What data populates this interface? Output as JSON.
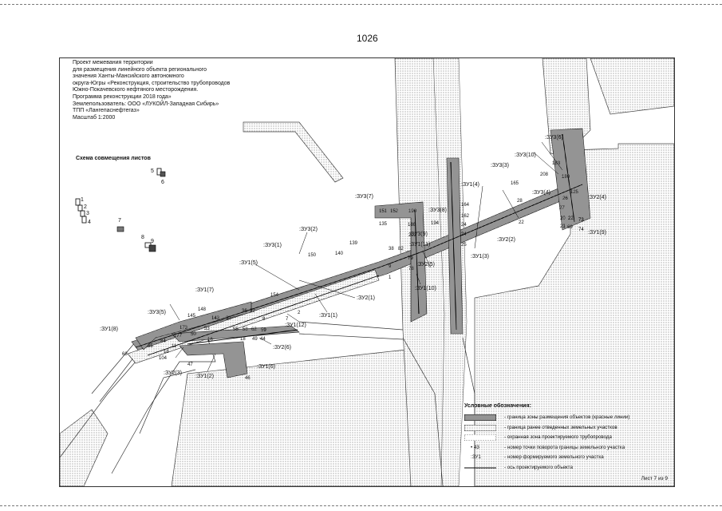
{
  "page_number": "1026",
  "title_lines": [
    "Проект межевания территории",
    "для размещения линейного объекта регионального",
    "значения Ханты-Мансийского автономного",
    "округа-Югры «Реконструкция, строительство трубопроводов",
    "Южно-Покачевского нефтяного месторождения.",
    "Программа реконструкции 2018 года»",
    "Землепользователь: ООО «ЛУКОЙЛ-Западная Сибирь»",
    "ТПП «Лангепаснефтегаз»",
    "Масштаб 1:2000"
  ],
  "inset": {
    "title": "Схема совмещения листов",
    "sheet_numbers": [
      "1",
      "2",
      "3",
      "4",
      "5",
      "6",
      "7",
      "8",
      "9"
    ]
  },
  "parcel_labels": [
    ":ЗУ3(6)",
    ":ЗУ3(10)",
    ":ЗУ3(3)",
    ":ЗУ3(4)",
    ":ЗУ2(4)",
    ":ЗУ1(4)",
    ":ЗУ3(7)",
    ":ЗУ3(8)",
    ":ЗУ3(9)",
    ":ЗУ1(11)",
    ":ЗУ2(5)",
    ":ЗУ1(10)",
    ":ЗУ2(2)",
    ":ЗУ1(3)",
    ":ЗУ1(9)",
    ":ЗУ3(2)",
    ":ЗУ3(1)",
    ":ЗУ1(5)",
    ":ЗУ2(1)",
    ":ЗУ1(7)",
    ":ЗУ1(1)",
    ":ЗУ1(12)",
    ":ЗУ3(5)",
    ":ЗУ1(8)",
    ":ЗУ2(6)",
    ":ЗУ1(6)",
    ":ЗУ2(3)",
    ":ЗУ1(2)"
  ],
  "point_labels": [
    "183",
    "208",
    "180",
    "165",
    "125",
    "26",
    "28",
    "27",
    "20",
    "22",
    "73",
    "21",
    "69",
    "74",
    "164",
    "162",
    "22",
    "24",
    "24",
    "25",
    "151",
    "152",
    "190",
    "135",
    "186",
    "194",
    "203",
    "38",
    "82",
    "79",
    "9",
    "78",
    "1",
    "150",
    "140",
    "139",
    "154",
    "148",
    "145",
    "143",
    "33",
    "36",
    "92",
    "8",
    "7",
    "2",
    "173",
    "53",
    "55",
    "58",
    "62",
    "59",
    "177",
    "50",
    "84",
    "65",
    "11",
    "16",
    "18",
    "49",
    "44",
    "68",
    "18",
    "104",
    "47",
    "46"
  ],
  "legend": {
    "title": "Условные обозначения:",
    "items": [
      "- граница зоны размещения объектов (красные линии)",
      "- граница ранее отведенных земельных участков",
      "- охранная зона проектируемого трубопровода",
      "- номер точки поворота границы земельного участка",
      "- номер формируемого земельного участка",
      "- ось проектируемого объекта"
    ],
    "symbols": [
      "",
      "",
      "",
      "43",
      ":ЗУ1",
      ""
    ]
  },
  "sheet_number": "Лист 7 из 9"
}
